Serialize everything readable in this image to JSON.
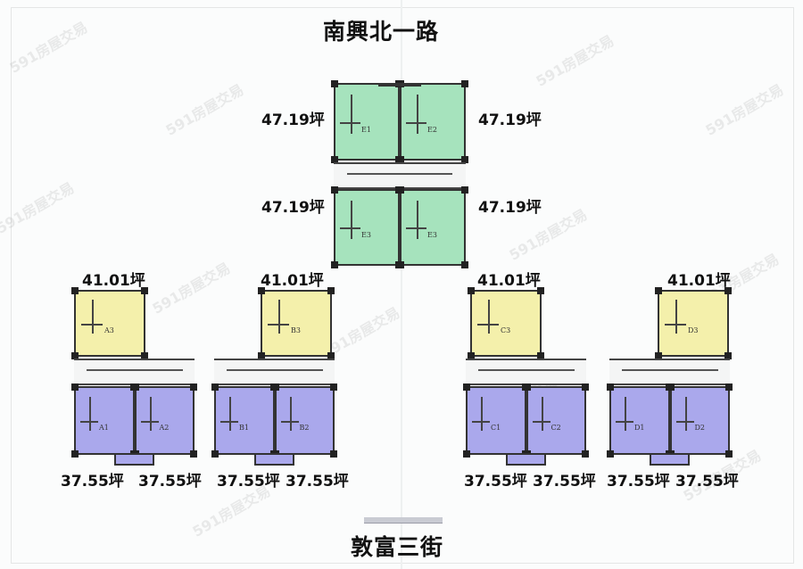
{
  "roads": {
    "north": "南興北一路",
    "south": "敦富三街"
  },
  "watermark": "591房屋交易",
  "colors": {
    "E": "#a6e3bd",
    "top_units": "#f4f0ab",
    "bottom_units": "#aaa8ec"
  },
  "tower_E": {
    "areas": [
      "47.19坪",
      "47.19坪",
      "47.19坪",
      "47.19坪"
    ],
    "codes": [
      "E1",
      "E2",
      "E3",
      "E3"
    ]
  },
  "blocks": [
    {
      "top_code": "A3",
      "top_area": "41.01坪",
      "bottom_codes": [
        "A1",
        "A2"
      ],
      "bottom_areas": [
        "37.55坪",
        "37.55坪"
      ]
    },
    {
      "top_code": "B3",
      "top_area": "41.01坪",
      "bottom_codes": [
        "B1",
        "B2"
      ],
      "bottom_areas": [
        "37.55坪",
        "37.55坪"
      ]
    },
    {
      "top_code": "C3",
      "top_area": "41.01坪",
      "bottom_codes": [
        "C1",
        "C2"
      ],
      "bottom_areas": [
        "37.55坪",
        "37.55坪"
      ]
    },
    {
      "top_code": "D3",
      "top_area": "41.01坪",
      "bottom_codes": [
        "D1",
        "D2"
      ],
      "bottom_areas": [
        "37.55坪",
        "37.55坪"
      ]
    }
  ]
}
